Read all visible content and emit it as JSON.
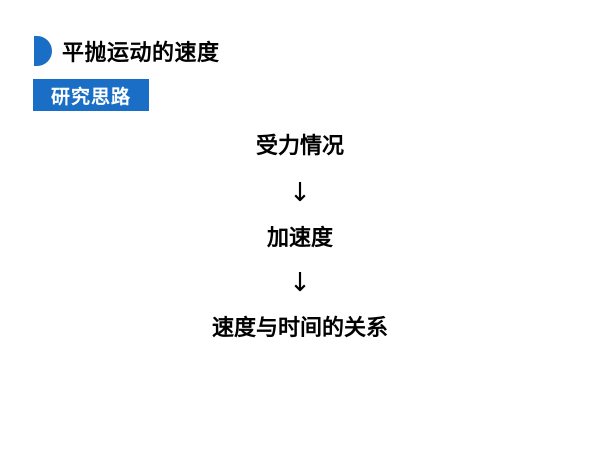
{
  "title": "平抛运动的速度",
  "badge": "研究思路",
  "flow": {
    "step1": "受力情况",
    "arrow1": "↓",
    "step2": "加速度",
    "arrow2": "↓",
    "step3": "速度与时间的关系"
  },
  "colors": {
    "accent": "#1a6ec5"
  },
  "icons": {
    "title_marker": "d-shape-marker-icon"
  }
}
